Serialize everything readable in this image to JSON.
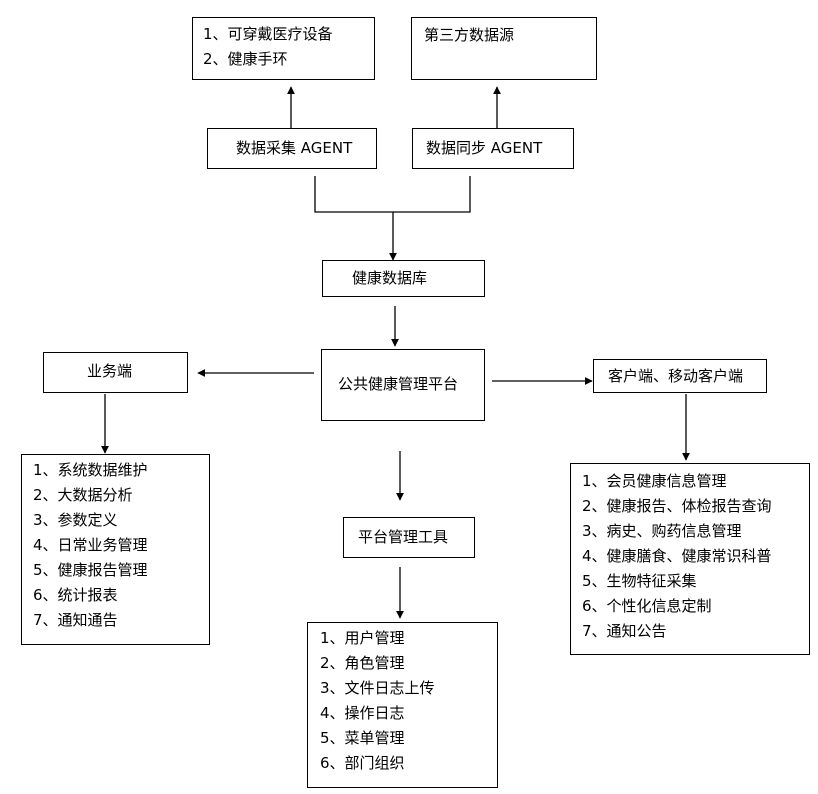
{
  "nodes": {
    "devices": {
      "items": [
        "1、可穿戴医疗设备",
        "2、健康手环"
      ]
    },
    "third_party": {
      "label": "第三方数据源"
    },
    "collect_agent": {
      "label": "数据采集 AGENT"
    },
    "sync_agent": {
      "label": "数据同步 AGENT"
    },
    "health_db": {
      "label": "健康数据库"
    },
    "platform": {
      "label": "公共健康管理平台"
    },
    "business": {
      "label": "业务端"
    },
    "client": {
      "label": "客户端、移动客户端"
    },
    "tools": {
      "label": "平台管理工具"
    },
    "business_list": {
      "items": [
        "1、系统数据维护",
        "2、大数据分析",
        "3、参数定义",
        "4、日常业务管理",
        "5、健康报告管理",
        "6、统计报表",
        "7、通知通告"
      ]
    },
    "tools_list": {
      "items": [
        "1、用户管理",
        "2、角色管理",
        "3、文件日志上传",
        "4、操作日志",
        "5、菜单管理",
        "6、部门组织"
      ]
    },
    "client_list": {
      "items": [
        "1、会员健康信息管理",
        "2、健康报告、体检报告查询",
        "3、病史、购药信息管理",
        "4、健康膳食、健康常识科普",
        "5、生物特征采集",
        "6、个性化信息定制",
        "7、通知公告"
      ]
    }
  }
}
